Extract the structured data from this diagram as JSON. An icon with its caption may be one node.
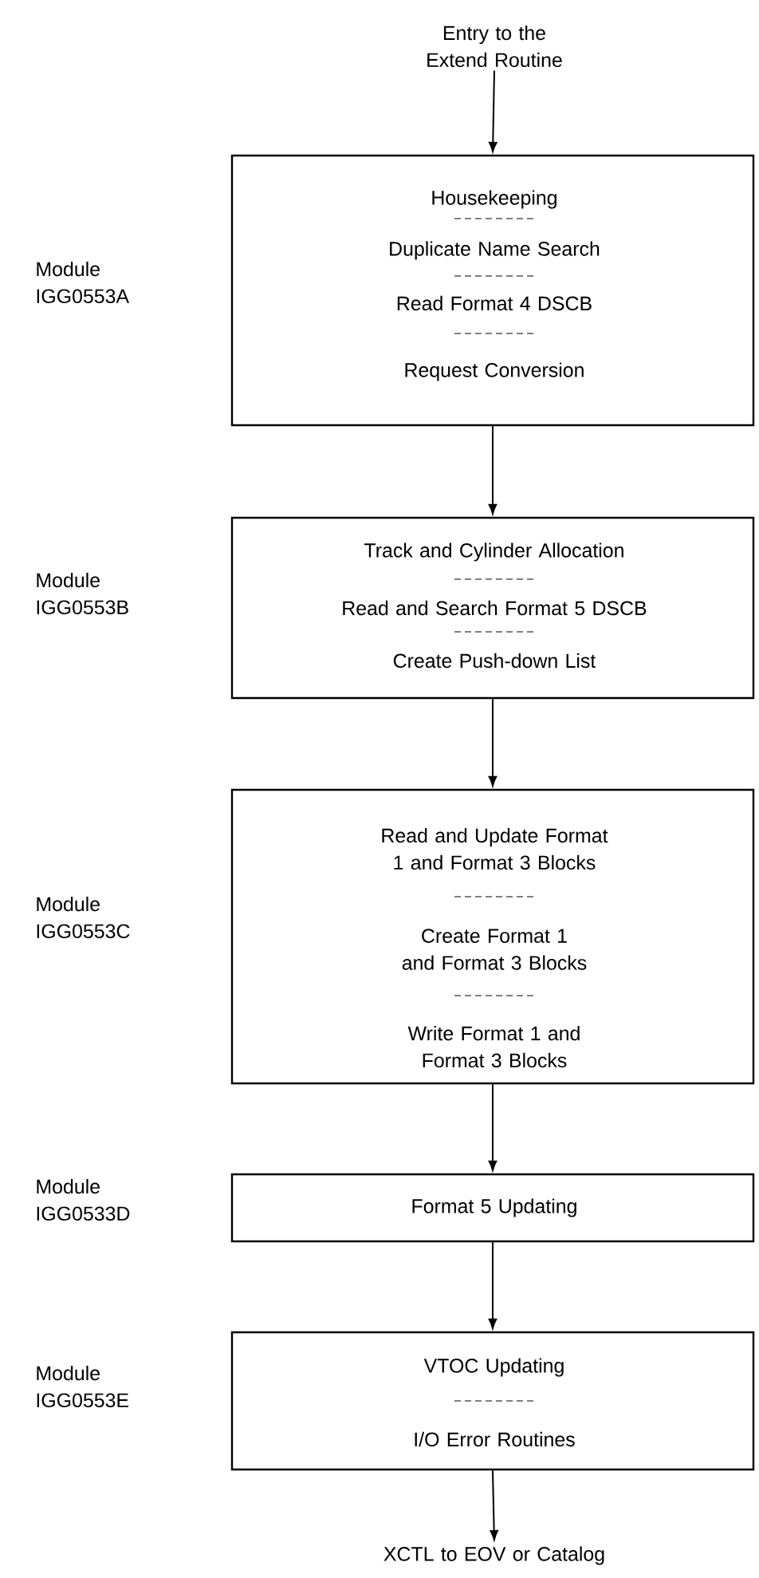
{
  "diagram": {
    "nodes": [
      {
        "text": [
          "Entry to the Extend Routine"
        ]
      },
      {
        "text": [
          "Housekeeping",
          "Duplicate Name Search",
          "Read Format 4 DSCB",
          "Request Conversion"
        ]
      },
      {
        "text": [
          "Track and Cylinder Allocation",
          "Read and Search Format 5 DSCB",
          "Create Push-down List"
        ]
      },
      {
        "text": [
          "Read and Update Format 1 and Format 3 Blocks",
          "Create Format 1 and Format 3 Blocks",
          "Write Format 1 and Format 3 Blocks"
        ]
      },
      {
        "text": [
          "Format 5 Updating"
        ]
      },
      {
        "text": [
          "VTOC Updating",
          "I/O Error Routines"
        ]
      },
      {
        "text": [
          "XCTL to EOV or Catalog"
        ]
      }
    ],
    "edges": [
      {
        "from": 0,
        "to": 1,
        "arrow": "to"
      },
      {
        "from": 1,
        "to": 2,
        "arrow": "to"
      },
      {
        "from": 2,
        "to": 3,
        "arrow": "to"
      },
      {
        "from": 3,
        "to": 4,
        "arrow": "to"
      },
      {
        "from": 4,
        "to": 5,
        "arrow": "to"
      },
      {
        "from": 5,
        "to": 6,
        "arrow": "to"
      }
    ],
    "labels": [
      "Module IGG0553A",
      "Module IGG0553B",
      "Module IGG0553C",
      "Module IGG0533D",
      "Module IGG0553E"
    ]
  }
}
